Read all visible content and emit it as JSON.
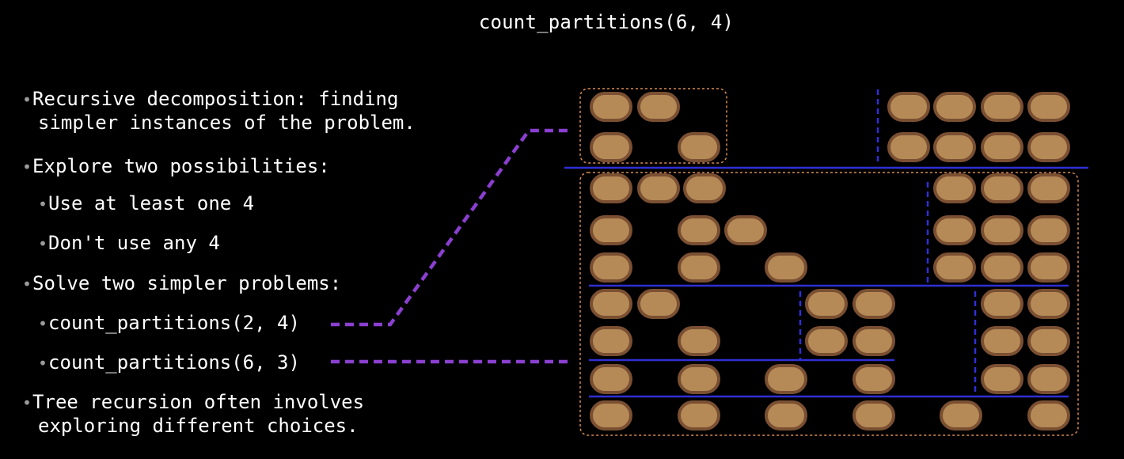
{
  "title": "count_partitions(6, 4)",
  "bullets": [
    {
      "level": 1,
      "lines": [
        "Recursive decomposition: finding",
        "simpler instances of the problem."
      ]
    },
    {
      "level": 1,
      "lines": [
        "Explore two possibilities:"
      ]
    },
    {
      "level": 2,
      "lines": [
        "Use at least one 4"
      ]
    },
    {
      "level": 2,
      "lines": [
        "Don't use any 4"
      ]
    },
    {
      "level": 1,
      "lines": [
        "Solve two simpler problems:"
      ]
    },
    {
      "level": 2,
      "lines": [
        "count_partitions(2, 4)"
      ]
    },
    {
      "level": 2,
      "lines": [
        "count_partitions(6, 3)"
      ]
    },
    {
      "level": 1,
      "lines": [
        "Tree recursion often involves",
        "exploring different choices."
      ]
    }
  ],
  "bullet_glyph": "•",
  "colors": {
    "background": "#000000",
    "text": "#ffffff",
    "pill_fill": "#b58a56",
    "pill_border": "#7a4f32",
    "partition_line": "#2f2fd6",
    "box_outline": "#d98a4e",
    "connector": "#8a3fd0"
  },
  "partitions": [
    {
      "parts": [
        4,
        2
      ],
      "group": "use-4"
    },
    {
      "parts": [
        4,
        1,
        1
      ],
      "group": "use-4"
    },
    {
      "parts": [
        3,
        3
      ],
      "group": "no-4"
    },
    {
      "parts": [
        3,
        2,
        1
      ],
      "group": "no-4"
    },
    {
      "parts": [
        3,
        1,
        1,
        1
      ],
      "group": "no-4"
    },
    {
      "parts": [
        2,
        2,
        2
      ],
      "group": "no-4"
    },
    {
      "parts": [
        2,
        2,
        1,
        1
      ],
      "group": "no-4"
    },
    {
      "parts": [
        2,
        1,
        1,
        1,
        1
      ],
      "group": "no-4"
    },
    {
      "parts": [
        1,
        1,
        1,
        1,
        1,
        1
      ],
      "group": "no-4"
    }
  ]
}
